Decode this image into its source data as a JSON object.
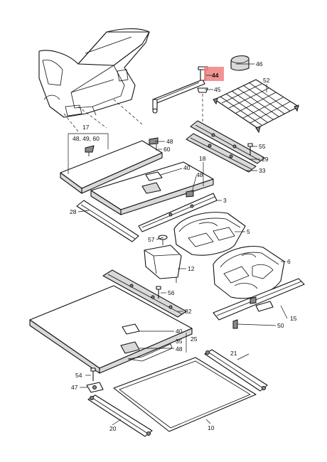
{
  "highlight_color": "#f08080",
  "labels": {
    "p46": "46",
    "p44": "44",
    "p45": "45",
    "p52": "52",
    "p17": "17",
    "p48_49_60": "48, 49, 60",
    "p48a": "48",
    "p60": "60",
    "p55": "55",
    "p29": "29",
    "p33": "33",
    "p18": "18",
    "p40a": "40",
    "p48b": "48",
    "p3": "3",
    "p28": "28",
    "p5": "5",
    "p57": "57",
    "p6": "6",
    "p12": "12",
    "p56": "56",
    "p32": "32",
    "p15": "15",
    "p50": "50",
    "p40b": "40",
    "p25": "25",
    "p35": "35",
    "p48c": "48",
    "p21": "21",
    "p54": "54",
    "p47": "47",
    "p20": "20",
    "p10": "10"
  }
}
